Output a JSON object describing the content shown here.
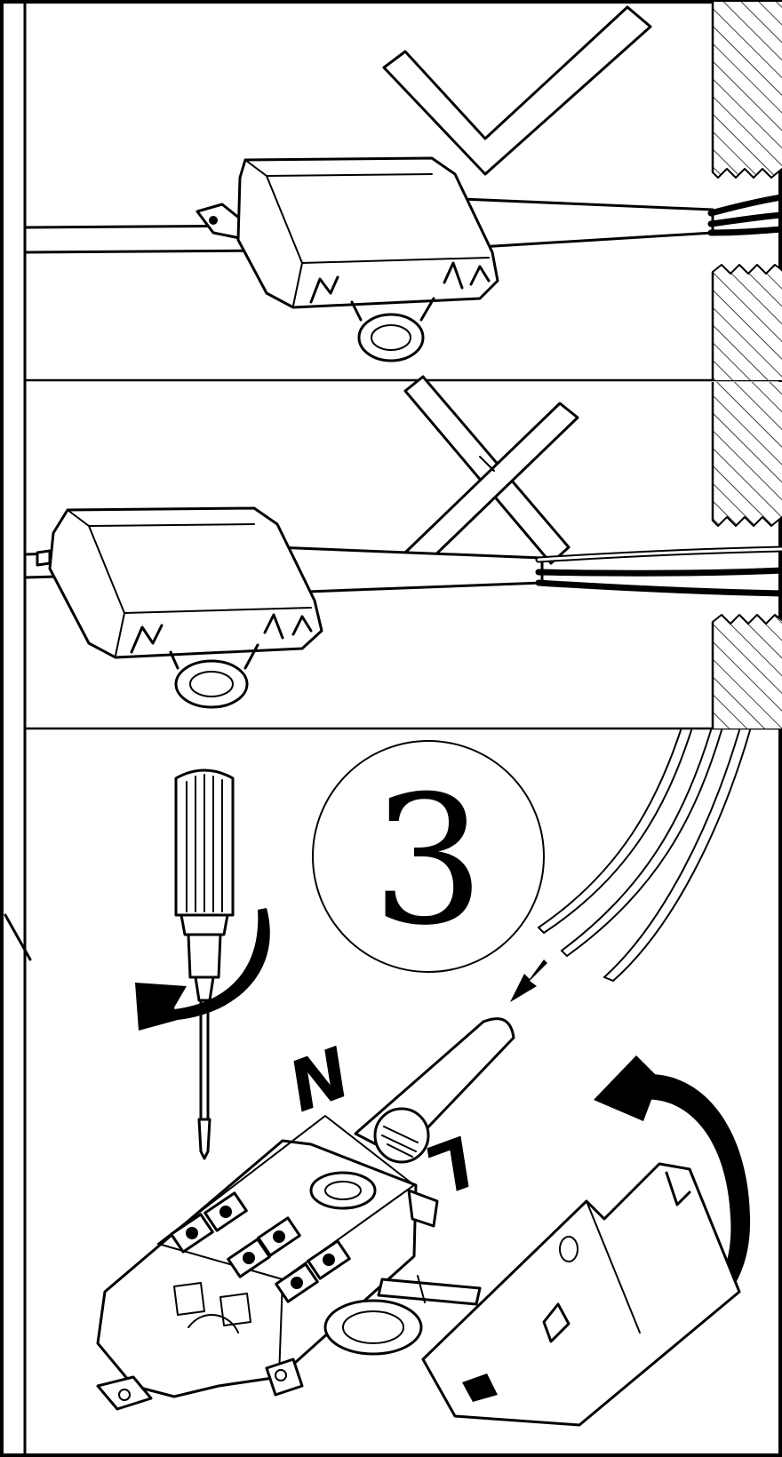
{
  "diagram": {
    "step_number": "3",
    "terminal_labels": {
      "neutral": "N",
      "live": "L"
    },
    "panels": [
      {
        "id": "correct",
        "mark": "check-mark-icon"
      },
      {
        "id": "incorrect",
        "mark": "cross-mark-icon"
      },
      {
        "id": "step",
        "mark": "step-3-badge"
      }
    ],
    "colors": {
      "line": "#000000",
      "background": "#ffffff"
    }
  }
}
